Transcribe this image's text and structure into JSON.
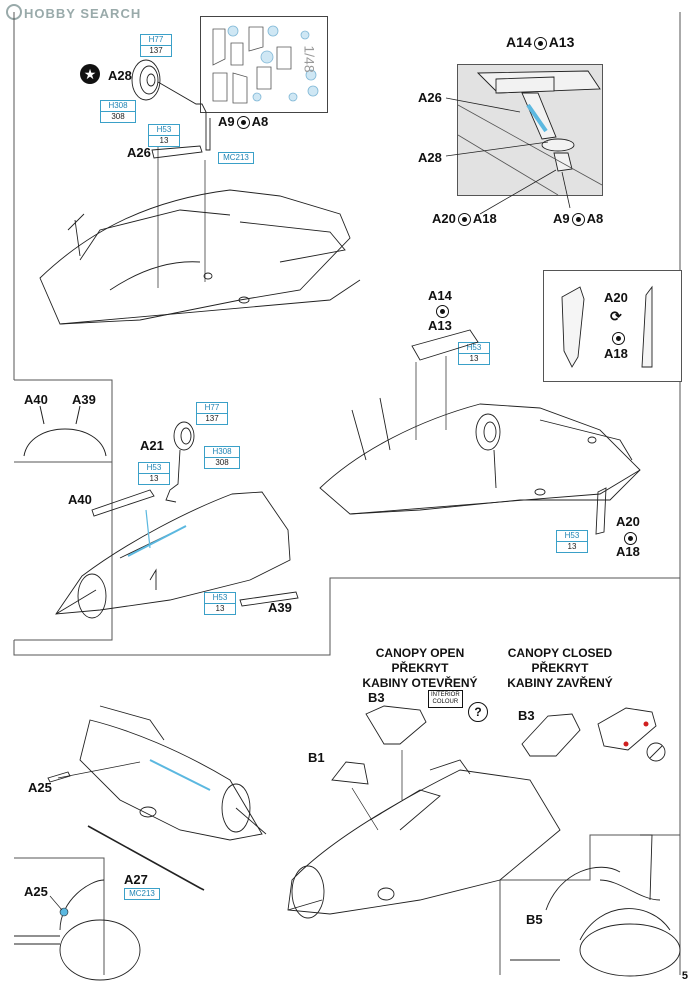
{
  "watermark": "HOBBY SEARCH",
  "page_number": "5",
  "titles": {
    "canopy_open": [
      "CANOPY OPEN",
      "PŘEKRYT",
      "KABINY OTEVŘENÝ"
    ],
    "canopy_closed": [
      "CANOPY CLOSED",
      "PŘEKRYT",
      "KABINY ZAVŘENÝ"
    ]
  },
  "labels": {
    "a28_top": "A28",
    "a26_top": "A26",
    "a9_a8_top": [
      "A9",
      "A8"
    ],
    "a14_a13_inset": [
      "A14",
      "A13"
    ],
    "a26_inset": "A26",
    "a28_inset": "A28",
    "a20_a18_inset": [
      "A20",
      "A18"
    ],
    "a9_a8_inset": [
      "A9",
      "A8"
    ],
    "a14_mid": "A14",
    "a13_mid": "A13",
    "a20_side": "A20",
    "a18_side": "A18",
    "a40_box": "A40",
    "a39_box": "A39",
    "a21": "A21",
    "a40": "A40",
    "a39": "A39",
    "a20_low": "A20",
    "a18_low": "A18",
    "a25": "A25",
    "a27": "A27",
    "a25_box": "A25",
    "b3_open": "B3",
    "b1": "B1",
    "b3_closed": "B3",
    "b5": "B5",
    "interior_colour": [
      "INTERIOR",
      "COLOUR"
    ],
    "question": "?"
  },
  "paints": [
    {
      "code": "H77",
      "num": "137"
    },
    {
      "code": "H308",
      "num": "308"
    },
    {
      "code": "H53",
      "num": "13"
    },
    {
      "code": "MC213",
      "num": ""
    },
    {
      "code": "H53",
      "num": "13"
    },
    {
      "code": "H77",
      "num": "137"
    },
    {
      "code": "H308",
      "num": "308"
    },
    {
      "code": "H53",
      "num": "13"
    },
    {
      "code": "H53",
      "num": "13"
    },
    {
      "code": "H53",
      "num": "13"
    },
    {
      "code": "MC213",
      "num": ""
    }
  ],
  "mask_sheet_text": "1/48",
  "colors": {
    "paint_box": "#3aa0c8",
    "highlight": "#5bb8e0",
    "red_dot": "#d02020"
  }
}
